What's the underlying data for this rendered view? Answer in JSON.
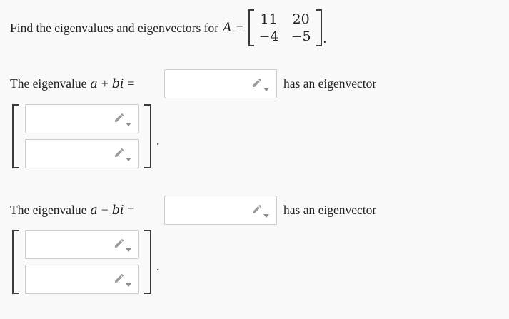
{
  "colors": {
    "page_background": "#f9f9f9",
    "text": "#222222",
    "input_border": "#cccccc",
    "input_background": "#ffffff",
    "pencil_icon": "#9b9b9b",
    "bracket": "#3a3a3a"
  },
  "problem": {
    "statement_prefix": "Find the eigenvalues and eigenvectors for",
    "matrix_var": "A",
    "equals": "=",
    "matrix": {
      "rows": [
        [
          "11",
          "20"
        ],
        [
          "−4",
          "−5"
        ]
      ]
    },
    "statement_suffix": "."
  },
  "sections": [
    {
      "label_prefix": "The eigenvalue",
      "eigenvalue_var": "a",
      "operator": "+",
      "imaginary_var": "bi",
      "equals": "=",
      "eigenvalue_input": {
        "value": "",
        "placeholder": ""
      },
      "label_suffix": "has an eigenvector",
      "vector_inputs": [
        {
          "value": "",
          "placeholder": ""
        },
        {
          "value": "",
          "placeholder": ""
        }
      ],
      "period": "."
    },
    {
      "label_prefix": "The eigenvalue",
      "eigenvalue_var": "a",
      "operator": "−",
      "imaginary_var": "bi",
      "equals": "=",
      "eigenvalue_input": {
        "value": "",
        "placeholder": ""
      },
      "label_suffix": "has an eigenvector",
      "vector_inputs": [
        {
          "value": "",
          "placeholder": ""
        },
        {
          "value": "",
          "placeholder": ""
        }
      ],
      "period": "."
    }
  ]
}
